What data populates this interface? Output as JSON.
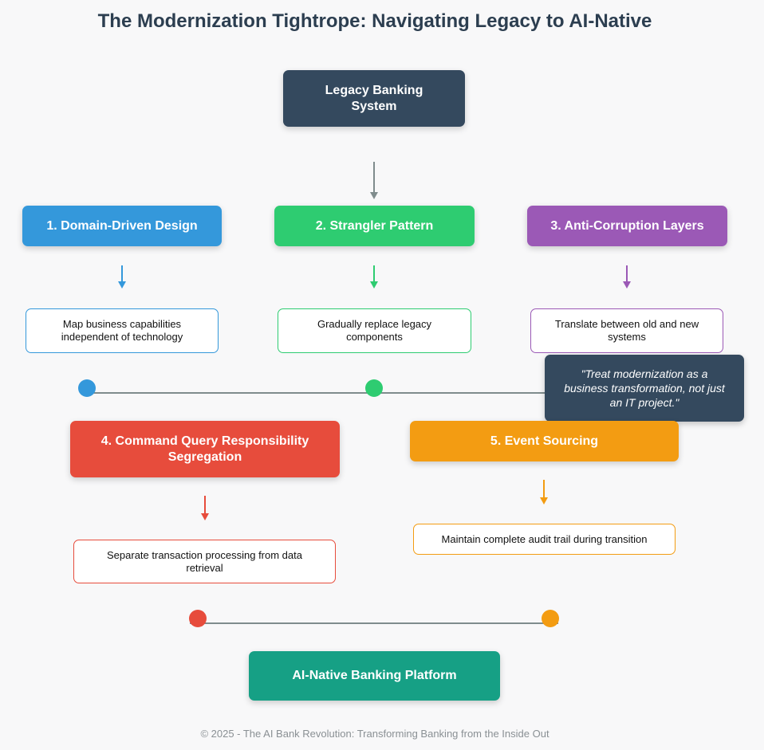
{
  "title": "The Modernization Tightrope: Navigating Legacy to AI-Native",
  "legacy": {
    "label": "Legacy Banking System",
    "color": "#34495e"
  },
  "strategies": [
    {
      "label": "1. Domain-Driven Design",
      "desc": "Map business capabilities independent of technology",
      "color": "#3498db"
    },
    {
      "label": "2. Strangler Pattern",
      "desc": "Gradually replace legacy components",
      "color": "#2ecc71"
    },
    {
      "label": "3. Anti-Corruption Layers",
      "desc": "Translate between old and new systems",
      "color": "#9b59b6"
    },
    {
      "label": "4. Command Query Responsibility Segregation",
      "desc": "Separate transaction processing from data retrieval",
      "color": "#e74c3c"
    },
    {
      "label": "5. Event Sourcing",
      "desc": "Maintain complete audit trail during transition",
      "color": "#f39c12"
    }
  ],
  "quote": "\"Treat modernization as a business transformation, not just an IT project.\"",
  "target": {
    "label": "AI-Native Banking Platform",
    "color": "#16a085"
  },
  "footer": "© 2025 - The AI Bank Revolution: Transforming Banking from the Inside Out",
  "connector_color": "#7f8c8d"
}
